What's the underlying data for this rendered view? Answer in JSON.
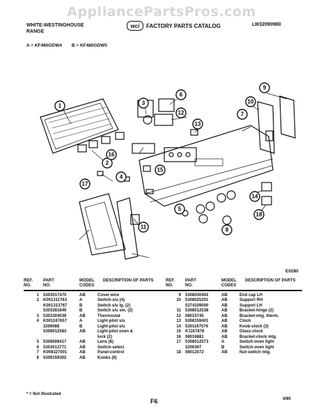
{
  "watermark": "AppliancePartsPros.com",
  "header": {
    "brand_line1": "WHITE-WESTINGHOUSE",
    "brand_line2": "RANGE",
    "logo_text": "wci",
    "catalog_title": "FACTORY PARTS CATALOG",
    "catalog_number": "LW32090980"
  },
  "models": {
    "a": "A = KF480GDW4",
    "b": "B = KF480GDW5"
  },
  "diagram": {
    "code": "E0280",
    "callouts": [
      "1",
      "2",
      "3",
      "4",
      "5",
      "6",
      "7",
      "8",
      "9",
      "10",
      "11",
      "12",
      "13",
      "14",
      "15",
      "16",
      "17",
      "18"
    ]
  },
  "table": {
    "headers": {
      "ref": "REF.\nNO.",
      "part": "PART\nNO.",
      "code": "MODEL\nCODES",
      "desc": "DESCRIPTION\nOF PARTS"
    },
    "left_rows": [
      {
        "ref": "1",
        "part": "5303017470",
        "code": "AB",
        "desc": "Cover-wire"
      },
      {
        "ref": "2",
        "part": "K001311763",
        "code": "A",
        "desc": "Switch-s/u (4)"
      },
      {
        "ref": "",
        "part": "K001313767",
        "code": "B",
        "desc": "Switch s/u lg. (2)"
      },
      {
        "ref": "",
        "part": "5303281840",
        "code": "B",
        "desc": "Switch s/u sm. (2)"
      },
      {
        "ref": "3",
        "part": "5303304039",
        "code": "AB",
        "desc": "Thermostat"
      },
      {
        "ref": "4",
        "part": "K001167657",
        "code": "A",
        "desc": "Light-pilot s/u"
      },
      {
        "ref": "",
        "part": "3206088",
        "code": "B",
        "desc": "Light-pilot s/u"
      },
      {
        "ref": "",
        "part": "5308012583",
        "code": "AB",
        "desc": "Light-pilot oven &"
      },
      {
        "ref": "",
        "part": "",
        "code": "",
        "desc": "lock (2)"
      },
      {
        "ref": "5",
        "part": "5308008417",
        "code": "AB",
        "desc": "Lens (8)"
      },
      {
        "ref": "6",
        "part": "5303013771",
        "code": "AB",
        "desc": "Switch-select"
      },
      {
        "ref": "7",
        "part": "K008327001",
        "code": "AB",
        "desc": "Panel-control"
      },
      {
        "ref": "8",
        "part": "5309159302",
        "code": "AB",
        "desc": "Knobs (6)"
      }
    ],
    "right_rows": [
      {
        "ref": "9",
        "part": "5308030402",
        "code": "AB",
        "desc": "End cap LH"
      },
      {
        "ref": "10",
        "part": "5308025201",
        "code": "AB",
        "desc": "Support RH"
      },
      {
        "ref": "",
        "part": "5374109000",
        "code": "AB",
        "desc": "Support LH"
      },
      {
        "ref": "11",
        "part": "5308012538",
        "code": "AB",
        "desc": "Bracket-hinge (2)"
      },
      {
        "ref": "12",
        "part": "08015745",
        "code": "AB",
        "desc": "Bracket-mtg. therm."
      },
      {
        "ref": "13",
        "part": "5308159401",
        "code": "AB",
        "desc": "Clock"
      },
      {
        "ref": "14",
        "part": "5301167576",
        "code": "AB",
        "desc": "Knob-clock (3)"
      },
      {
        "ref": "15",
        "part": "K1167878",
        "code": "AB",
        "desc": "Glass-clock"
      },
      {
        "ref": "16",
        "part": "08016881",
        "code": "AB",
        "desc": "Bracket-clock mtg."
      },
      {
        "ref": "17",
        "part": "5308012573",
        "code": "A",
        "desc": "Switch-oven light"
      },
      {
        "ref": "",
        "part": "3206397",
        "code": "B",
        "desc": "Switch-oven light"
      },
      {
        "ref": "18",
        "part": "08012572",
        "code": "AB",
        "desc": "Nut-switch mtg."
      }
    ]
  },
  "footnote": "* = Not Illustrated",
  "page_number": "F6",
  "date": "4/90"
}
